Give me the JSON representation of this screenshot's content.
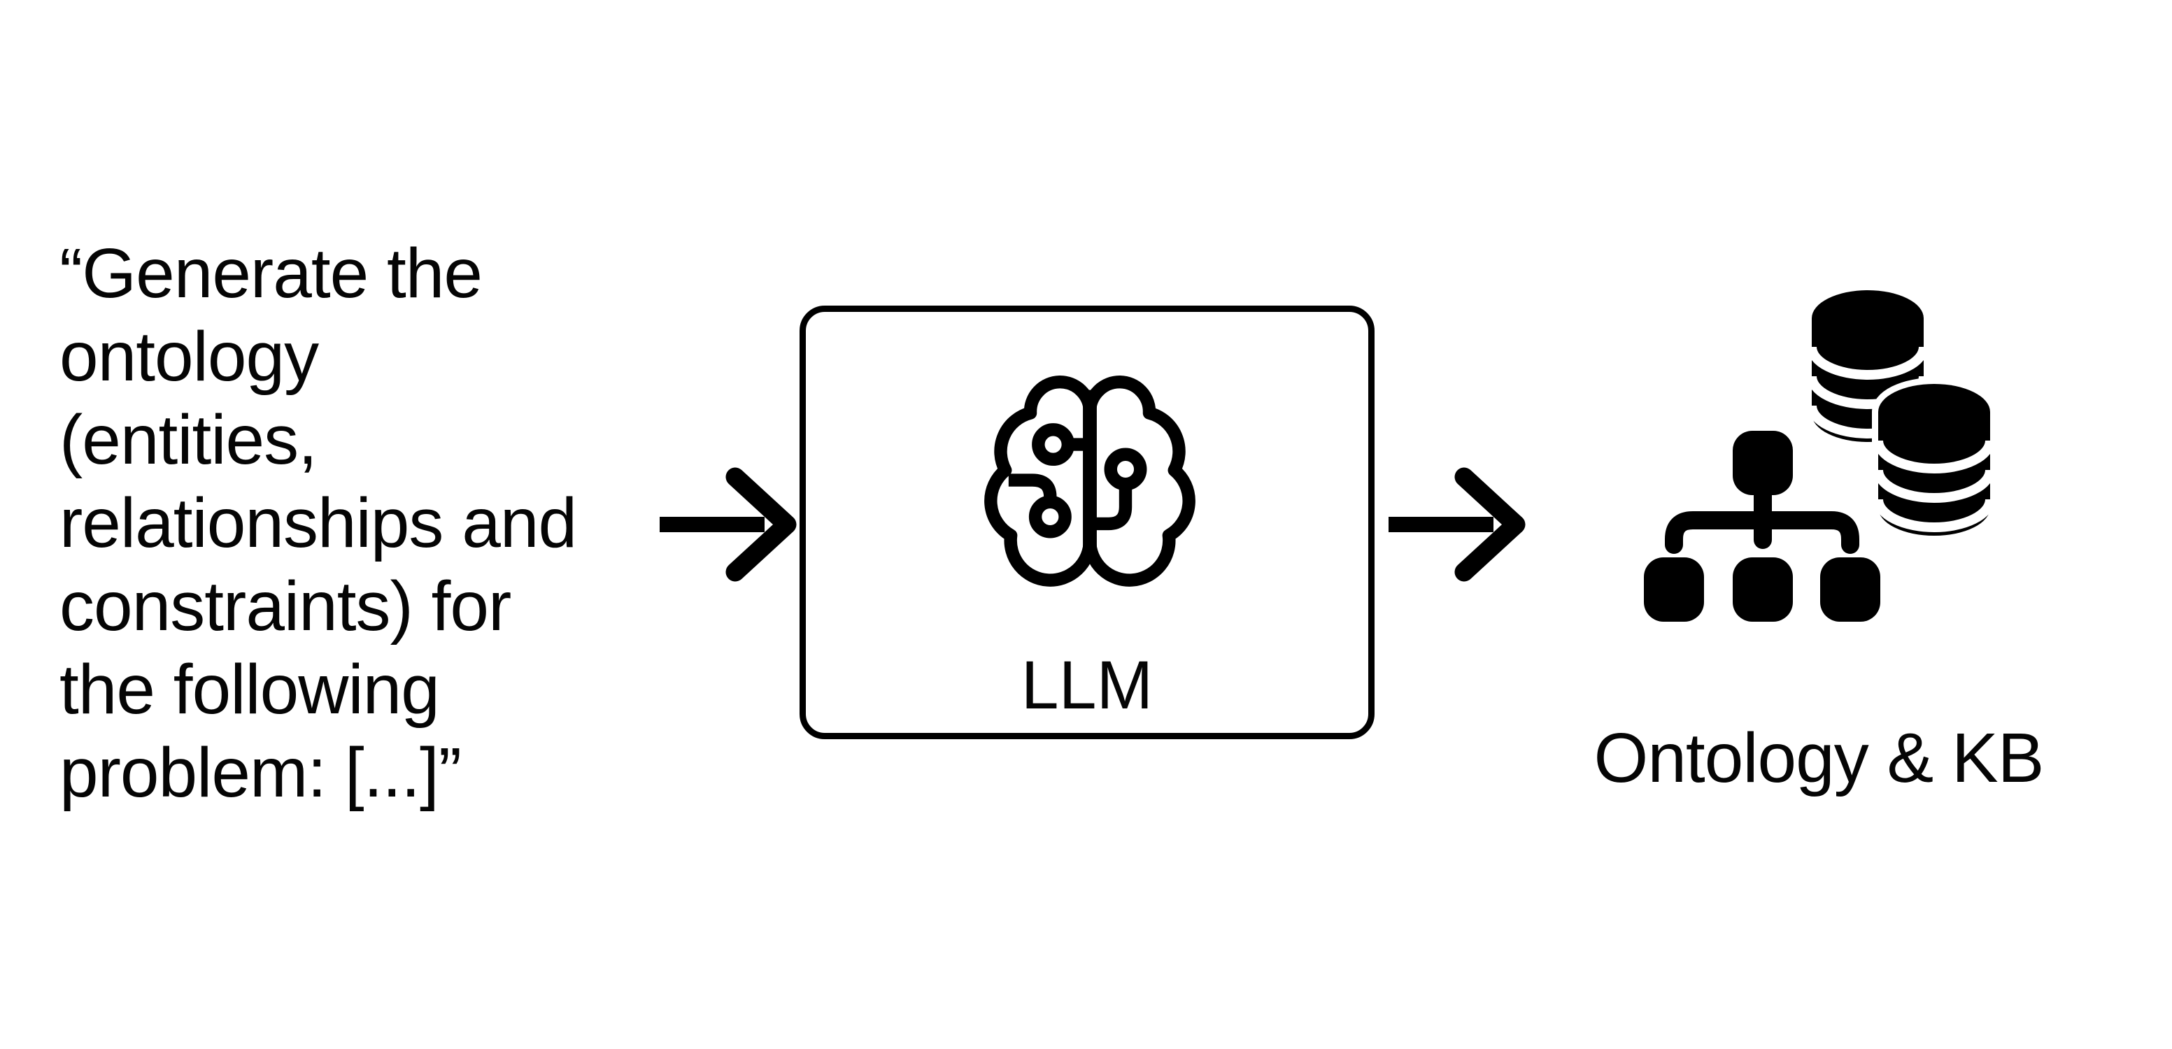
{
  "page": {
    "background": "#ffffff",
    "ink": "#000000"
  },
  "prompt": {
    "text": "“Generate the\nontology\n(entities,\nrelationships and\nconstraints) for\nthe following\nproblem: [...]”"
  },
  "arrows": {
    "arrow1": "arrow-right-icon",
    "arrow2": "arrow-right-icon"
  },
  "llm_box": {
    "label": "LLM",
    "icon": "brain-circuit-icon"
  },
  "output": {
    "label": "Ontology & KB",
    "icons": [
      "hierarchy-icon",
      "database-icon",
      "database-icon"
    ]
  }
}
